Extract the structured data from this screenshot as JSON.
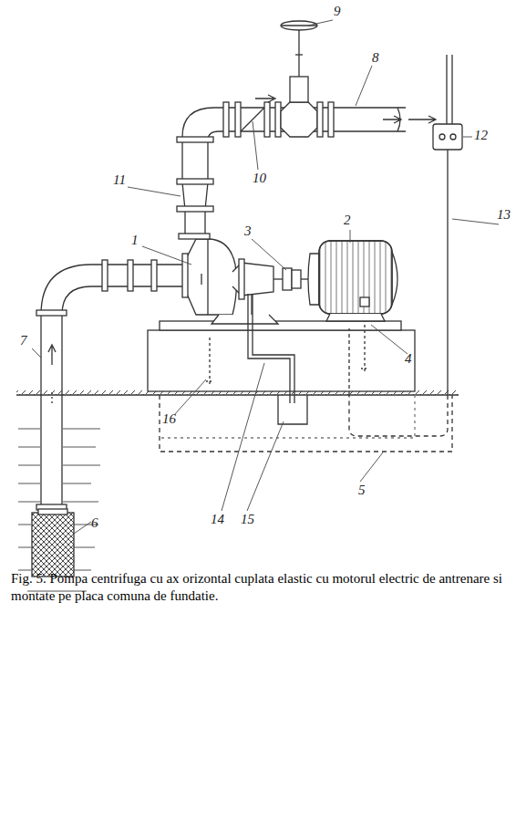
{
  "diagram": {
    "caption": "Fig. 5. Pompa centrifuga cu ax orizontal cuplata elastic cu motorul electric de antrenare si montate pe placa comuna de fundatie.",
    "labels": [
      "9",
      "8",
      "10",
      "12",
      "11",
      "13",
      "1",
      "3",
      "2",
      "7",
      "4",
      "16",
      "14",
      "15",
      "5",
      "6"
    ]
  }
}
